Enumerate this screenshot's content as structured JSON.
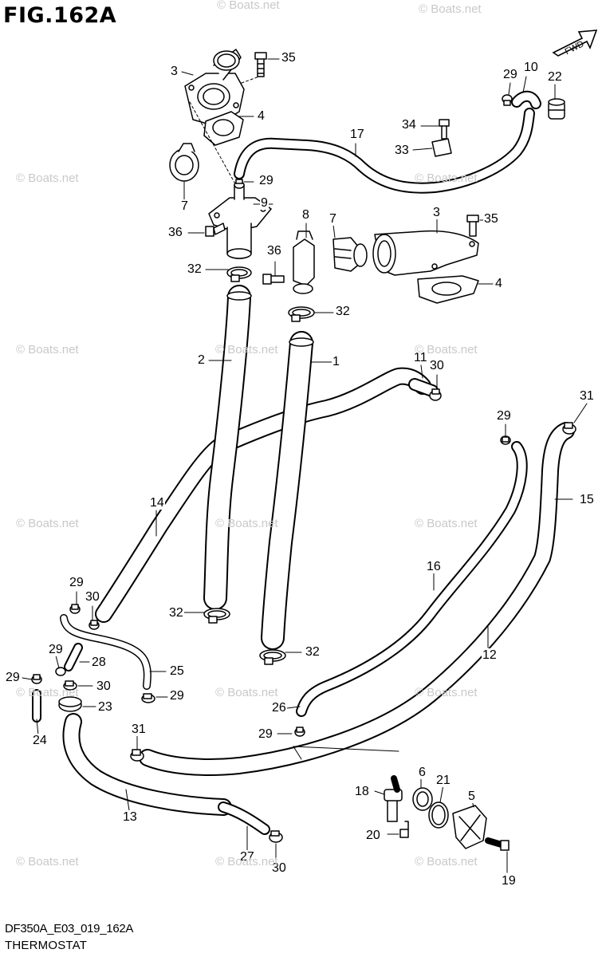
{
  "header": {
    "figure_title": "FIG.162A"
  },
  "footer": {
    "diagram_code": "DF350A_E03_019_162A",
    "caption": "THERMOSTAT"
  },
  "direction_badge": {
    "label": "FWD"
  },
  "watermark": {
    "text": "© Boats.net"
  },
  "callouts": [
    "1",
    "2",
    "3",
    "4",
    "5",
    "6",
    "7",
    "8",
    "9",
    "10",
    "11",
    "12",
    "13",
    "14",
    "15",
    "16",
    "17",
    "18",
    "19",
    "20",
    "21",
    "22",
    "23",
    "24",
    "25",
    "26",
    "27",
    "28",
    "29",
    "30",
    "31",
    "32",
    "33",
    "34",
    "35",
    "36"
  ],
  "colors": {
    "line": "#000000",
    "watermark": "#c9c9c9",
    "background": "#ffffff"
  }
}
